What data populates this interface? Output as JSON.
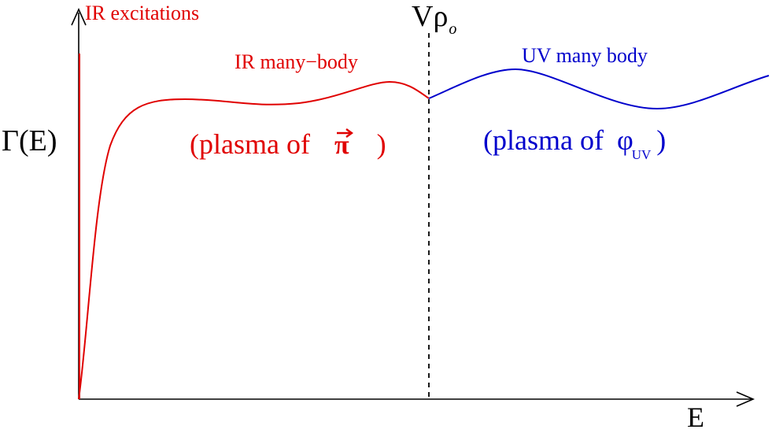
{
  "axes": {
    "y_label": "Γ(E)",
    "x_label": "E"
  },
  "threshold": {
    "label_main": "Vρ",
    "label_sub": "o"
  },
  "ir": {
    "excitations_label": "IR excitations",
    "many_body_label": "IR many−body",
    "plasma_label_prefix": "(plasma of",
    "plasma_symbol": "π",
    "plasma_symbol_arrow": "⃗",
    "plasma_label_suffix": ")",
    "color": "#e00000"
  },
  "uv": {
    "many_body_label": "UV many body",
    "plasma_label_prefix": "(plasma of",
    "plasma_symbol": "φ",
    "plasma_symbol_sub": "UV",
    "plasma_label_suffix": ")",
    "color": "#0000cc"
  }
}
